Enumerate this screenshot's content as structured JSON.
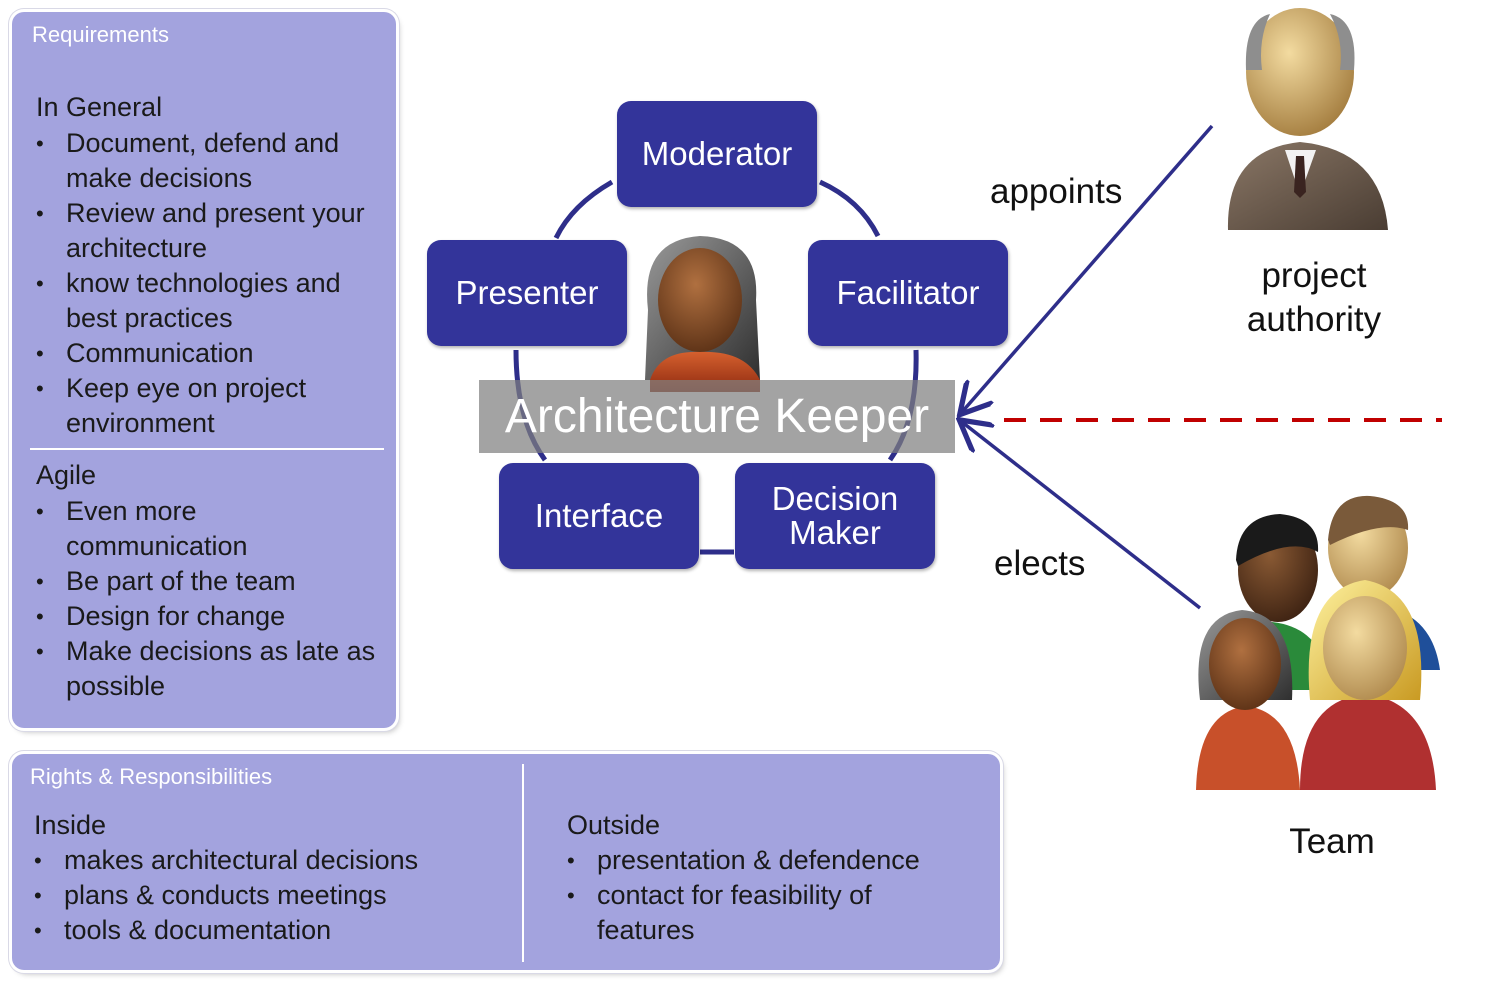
{
  "requirements": {
    "title": "Requirements",
    "general": {
      "heading": "In General",
      "items": [
        "Document, defend and make decisions",
        "Review and present your architecture",
        "know technologies and best practices",
        "Communication",
        "Keep eye on project environment"
      ]
    },
    "agile": {
      "heading": "Agile",
      "items": [
        "Even more communication",
        "Be part of the team",
        "Design for change",
        "Make decisions as late as possible"
      ]
    }
  },
  "rights": {
    "title": "Rights & Responsibilities",
    "inside": {
      "heading": "Inside",
      "items": [
        "makes architectural decisions",
        "plans & conducts meetings",
        "tools & documentation"
      ]
    },
    "outside": {
      "heading": "Outside",
      "items": [
        "presentation & defendence",
        "contact for feasibility of features"
      ]
    }
  },
  "roles": {
    "moderator": "Moderator",
    "facilitator": "Facilitator",
    "presenter": "Presenter",
    "interface": "Interface",
    "decision_maker": "Decision Maker"
  },
  "center": {
    "label": "Architecture Keeper"
  },
  "edges": {
    "appoints": "appoints",
    "elects": "elects"
  },
  "actors": {
    "authority": "project authority",
    "team": "Team"
  },
  "colors": {
    "panel": "#a3a3de",
    "role_box": "#33349a",
    "arrow": "#2e2e8a",
    "dashed_line": "#c00000"
  }
}
